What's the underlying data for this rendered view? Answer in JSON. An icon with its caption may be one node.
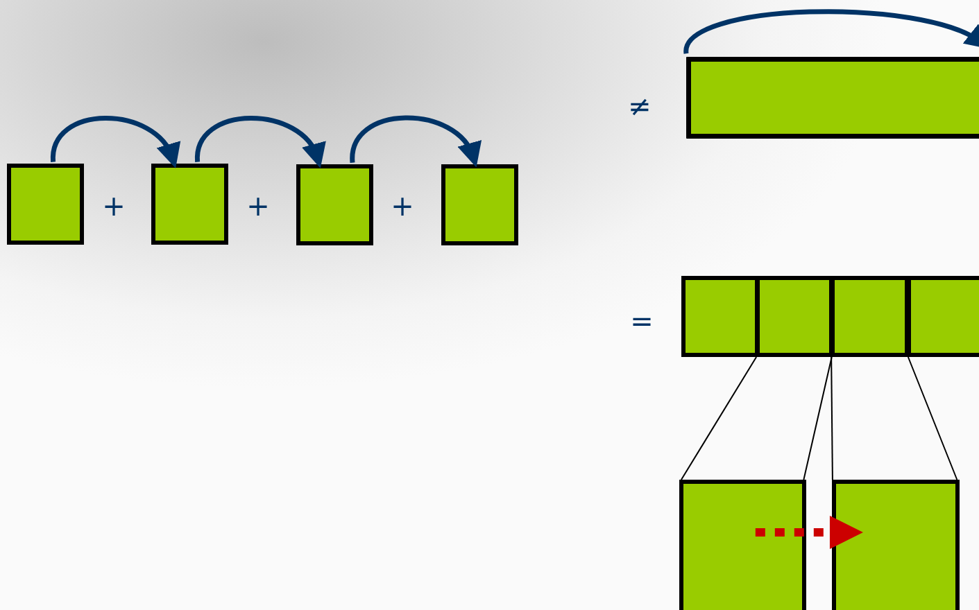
{
  "diagram": {
    "nodes": [
      {
        "text": [],
        "shape": "box"
      },
      {
        "text": [],
        "shape": "box"
      },
      {
        "text": [],
        "shape": "box"
      },
      {
        "text": [],
        "shape": "box"
      },
      {
        "text": [],
        "shape": "bar"
      },
      {
        "text": [],
        "shape": "box"
      },
      {
        "text": [],
        "shape": "box"
      },
      {
        "text": [],
        "shape": "box"
      },
      {
        "text": [],
        "shape": "box"
      },
      {
        "text": [],
        "shape": "box"
      },
      {
        "text": [],
        "shape": "box"
      }
    ],
    "edges": [
      {
        "from": 0,
        "to": 1,
        "arrow": "to"
      },
      {
        "from": 1,
        "to": 2,
        "arrow": "to"
      },
      {
        "from": 2,
        "to": 3,
        "arrow": "to"
      },
      {
        "from": 4,
        "to": 4,
        "arrow": "to"
      },
      {
        "from": 6,
        "to": 9,
        "arrow": "none",
        "color": "#000000"
      },
      {
        "from": 6,
        "to": 9,
        "arrow": "none",
        "color": "#000000"
      },
      {
        "from": 7,
        "to": 10,
        "arrow": "none",
        "color": "#000000"
      },
      {
        "from": 7,
        "to": 10,
        "arrow": "none",
        "color": "#000000"
      },
      {
        "from": 9,
        "to": 10,
        "arrow": "to",
        "style": "dashed",
        "color": "#cc0000"
      }
    ],
    "labels": [
      "+",
      "+",
      "+",
      "≠",
      "="
    ]
  }
}
